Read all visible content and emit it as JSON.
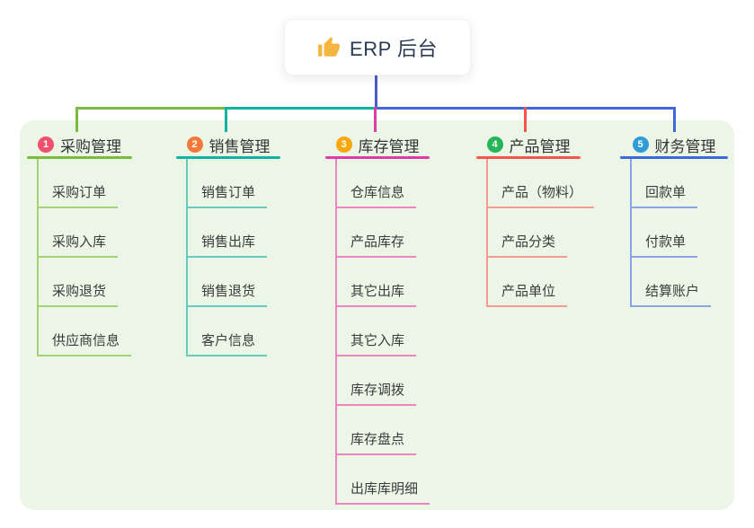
{
  "root": {
    "label": "ERP 后台",
    "icon": "thumbs-up-icon",
    "icon_color": "#f4b63f"
  },
  "colors": {
    "page_bg": "#ffffff",
    "panel_bg": "#ebf6e7",
    "root_connector": "#4b5bc9",
    "text_dark": "#2b3b55",
    "node_text": "#333333"
  },
  "branches": [
    {
      "badge": "1",
      "label": "采购管理",
      "badge_color": "#f0506e",
      "line_color": "#7cb93f",
      "child_line_color": "#a4d173",
      "children": [
        "采购订单",
        "采购入库",
        "采购退货",
        "供应商信息"
      ]
    },
    {
      "badge": "2",
      "label": "销售管理",
      "badge_color": "#f3793b",
      "line_color": "#12b2a2",
      "child_line_color": "#66cabd",
      "children": [
        "销售订单",
        "销售出库",
        "销售退货",
        "客户信息"
      ]
    },
    {
      "badge": "3",
      "label": "库存管理",
      "badge_color": "#f7a80d",
      "line_color": "#de3ba5",
      "child_line_color": "#ef82c3",
      "children": [
        "仓库信息",
        "产品库存",
        "其它出库",
        "其它入库",
        "库存调拨",
        "库存盘点",
        "出库库明细"
      ]
    },
    {
      "badge": "4",
      "label": "产品管理",
      "badge_color": "#26b558",
      "line_color": "#f4554c",
      "child_line_color": "#f79a92",
      "children": [
        "产品（物料）",
        "产品分类",
        "产品单位"
      ]
    },
    {
      "badge": "5",
      "label": "财务管理",
      "badge_color": "#2f9cd8",
      "line_color": "#3f68d9",
      "child_line_color": "#8aa4ea",
      "children": [
        "回款单",
        "付款单",
        "结算账户"
      ]
    }
  ]
}
